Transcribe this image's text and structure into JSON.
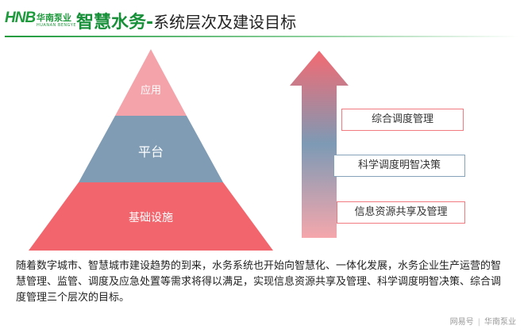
{
  "header": {
    "logo_mark": "HNB",
    "logo_cn": "华南泵业",
    "logo_en": "HUANAN BENGYE",
    "title_main": "智慧水务",
    "title_separator": "-",
    "title_sub": "系统层次及建设目标"
  },
  "pyramid": {
    "layers": [
      {
        "label": "应用",
        "color": "#f4a3aa"
      },
      {
        "label": "平台",
        "color": "#7f9cb4"
      },
      {
        "label": "基础设施",
        "color": "#f2656d"
      }
    ]
  },
  "goals": {
    "arrow_colors": {
      "top": "#f46a72",
      "middle": "#7d9ab5",
      "bottom": "#f5a7ac"
    },
    "items": [
      {
        "label": "综合调度管理",
        "border": "#f07a80"
      },
      {
        "label": "科学调度明智决策",
        "border": "#86a2bb"
      },
      {
        "label": "信息资源共享及管理",
        "border": "#f07a80"
      }
    ]
  },
  "description": "随着数字城市、智慧城市建设趋势的到来，水务系统也开始向智慧化、一体化发展，水务企业生产运营的智慧管理、监管、调度及应急处置等需求将得以满足，实现信息资源共享及管理、科学调度明智决策、综合调度管理三个层次的目标。",
  "footer": {
    "source": "网易号",
    "separator": "|",
    "author": "华南泵业"
  }
}
